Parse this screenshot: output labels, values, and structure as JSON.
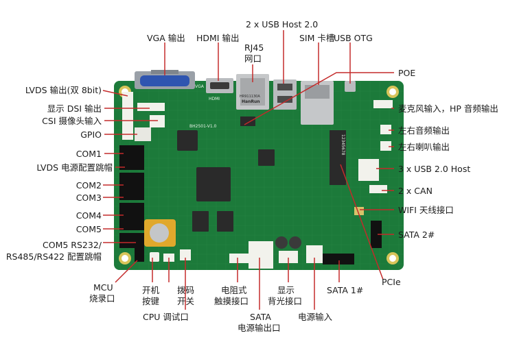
{
  "labels": {
    "vga": "VGA 输出",
    "hdmi": "HDMI 输出",
    "rj45_1": "RJ45",
    "rj45_2": "网口",
    "usb_host_top": "2 x USB Host 2.0",
    "sim": "SIM 卡槽",
    "usb_otg": "USB OTG",
    "poe": "POE",
    "lvds_out": "LVDS 输出(双 8bit)",
    "dsi": "显示 DSI 输出",
    "csi": "CSI 摄像头输入",
    "gpio": "GPIO",
    "com1": "COM1",
    "lvds_jumper": "LVDS 电源配置跳帽",
    "com2": "COM2",
    "com3": "COM3",
    "com4": "COM4",
    "com5": "COM5",
    "com5_cfg_1": "COM5 RS232/",
    "com5_cfg_2": "RS485/RS422 配置跳帽",
    "mcu_1": "MCU",
    "mcu_2": "烧录口",
    "power_key_1": "开机",
    "power_key_2": "按键",
    "dip_1": "拨码",
    "dip_2": "开关",
    "cpu_debug": "CPU 调试口",
    "touch_1": "电阻式",
    "touch_2": "触摸接口",
    "sata_power_1": "SATA",
    "sata_power_2": "电源输出口",
    "backlight_1": "显示",
    "backlight_2": "背光接口",
    "power_in": "电源输入",
    "sata1": "SATA 1#",
    "pcie": "PCIe",
    "sata2": "SATA 2#",
    "wifi": "WIFI 天线接口",
    "can": "2 x CAN",
    "usb3": "3  x USB 2.0 Host",
    "speaker": "左右喇叭输出",
    "audio_lr": "左右音频输出",
    "mic_hp": "麦克风输入，HP 音频输出"
  },
  "silkscreen": {
    "vga": "VGA",
    "hdmi": "HDMI",
    "rj45_part1": "HR911130A",
    "rj45_part2": "HanRun",
    "board_id": "BH2501-V1.0",
    "pcie": "12345678"
  },
  "colors": {
    "pcb": "#1c7a3a",
    "pcb_dark": "#0f5c2a",
    "chip": "#2a2a2a",
    "connector_white": "#f2f2ec",
    "metal": "#b9bcbf",
    "leader": "#c42a2a",
    "label_text": "#1b1b1b"
  }
}
